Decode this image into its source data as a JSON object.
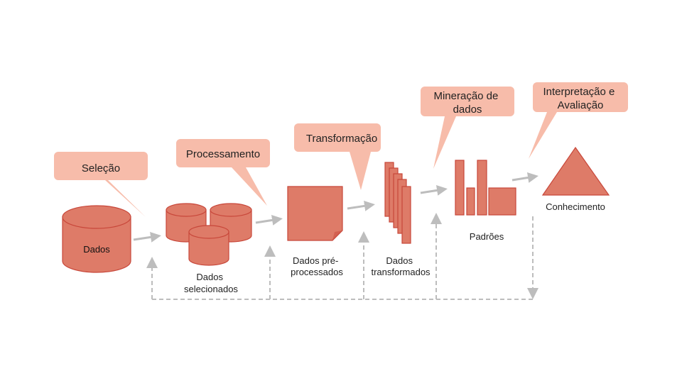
{
  "colors": {
    "shape_fill": "#DE7B68",
    "shape_stroke": "#C8473A",
    "callout_fill": "#F7BCAA",
    "arrow": "#BDBDBD",
    "dashed": "#BDBDBD"
  },
  "callouts": {
    "selecao": "Seleção",
    "processamento": "Processamento",
    "transformacao": "Transformação",
    "mineracao": [
      "Mineração  de",
      "dados"
    ],
    "interpretacao": [
      "Interpretação e",
      "Avaliação"
    ]
  },
  "labels": {
    "dados": "Dados",
    "selecionados": [
      "Dados",
      "selecionados"
    ],
    "preprocessados": [
      "Dados pré-",
      "processados"
    ],
    "transformados": [
      "Dados",
      "transformados"
    ],
    "padroes": "Padrões",
    "conhecimento": "Conhecimento"
  }
}
